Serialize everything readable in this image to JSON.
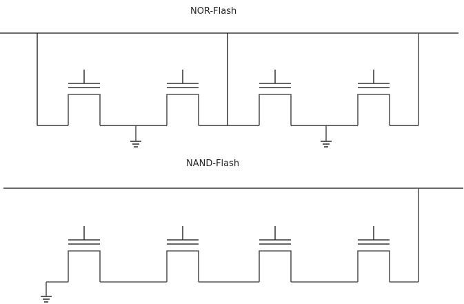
{
  "diagram": {
    "nor": {
      "title": "NOR-Flash",
      "cells": 4,
      "grounds": 2
    },
    "nand": {
      "title": "NAND-Flash",
      "cells": 4,
      "grounds": 1
    }
  }
}
